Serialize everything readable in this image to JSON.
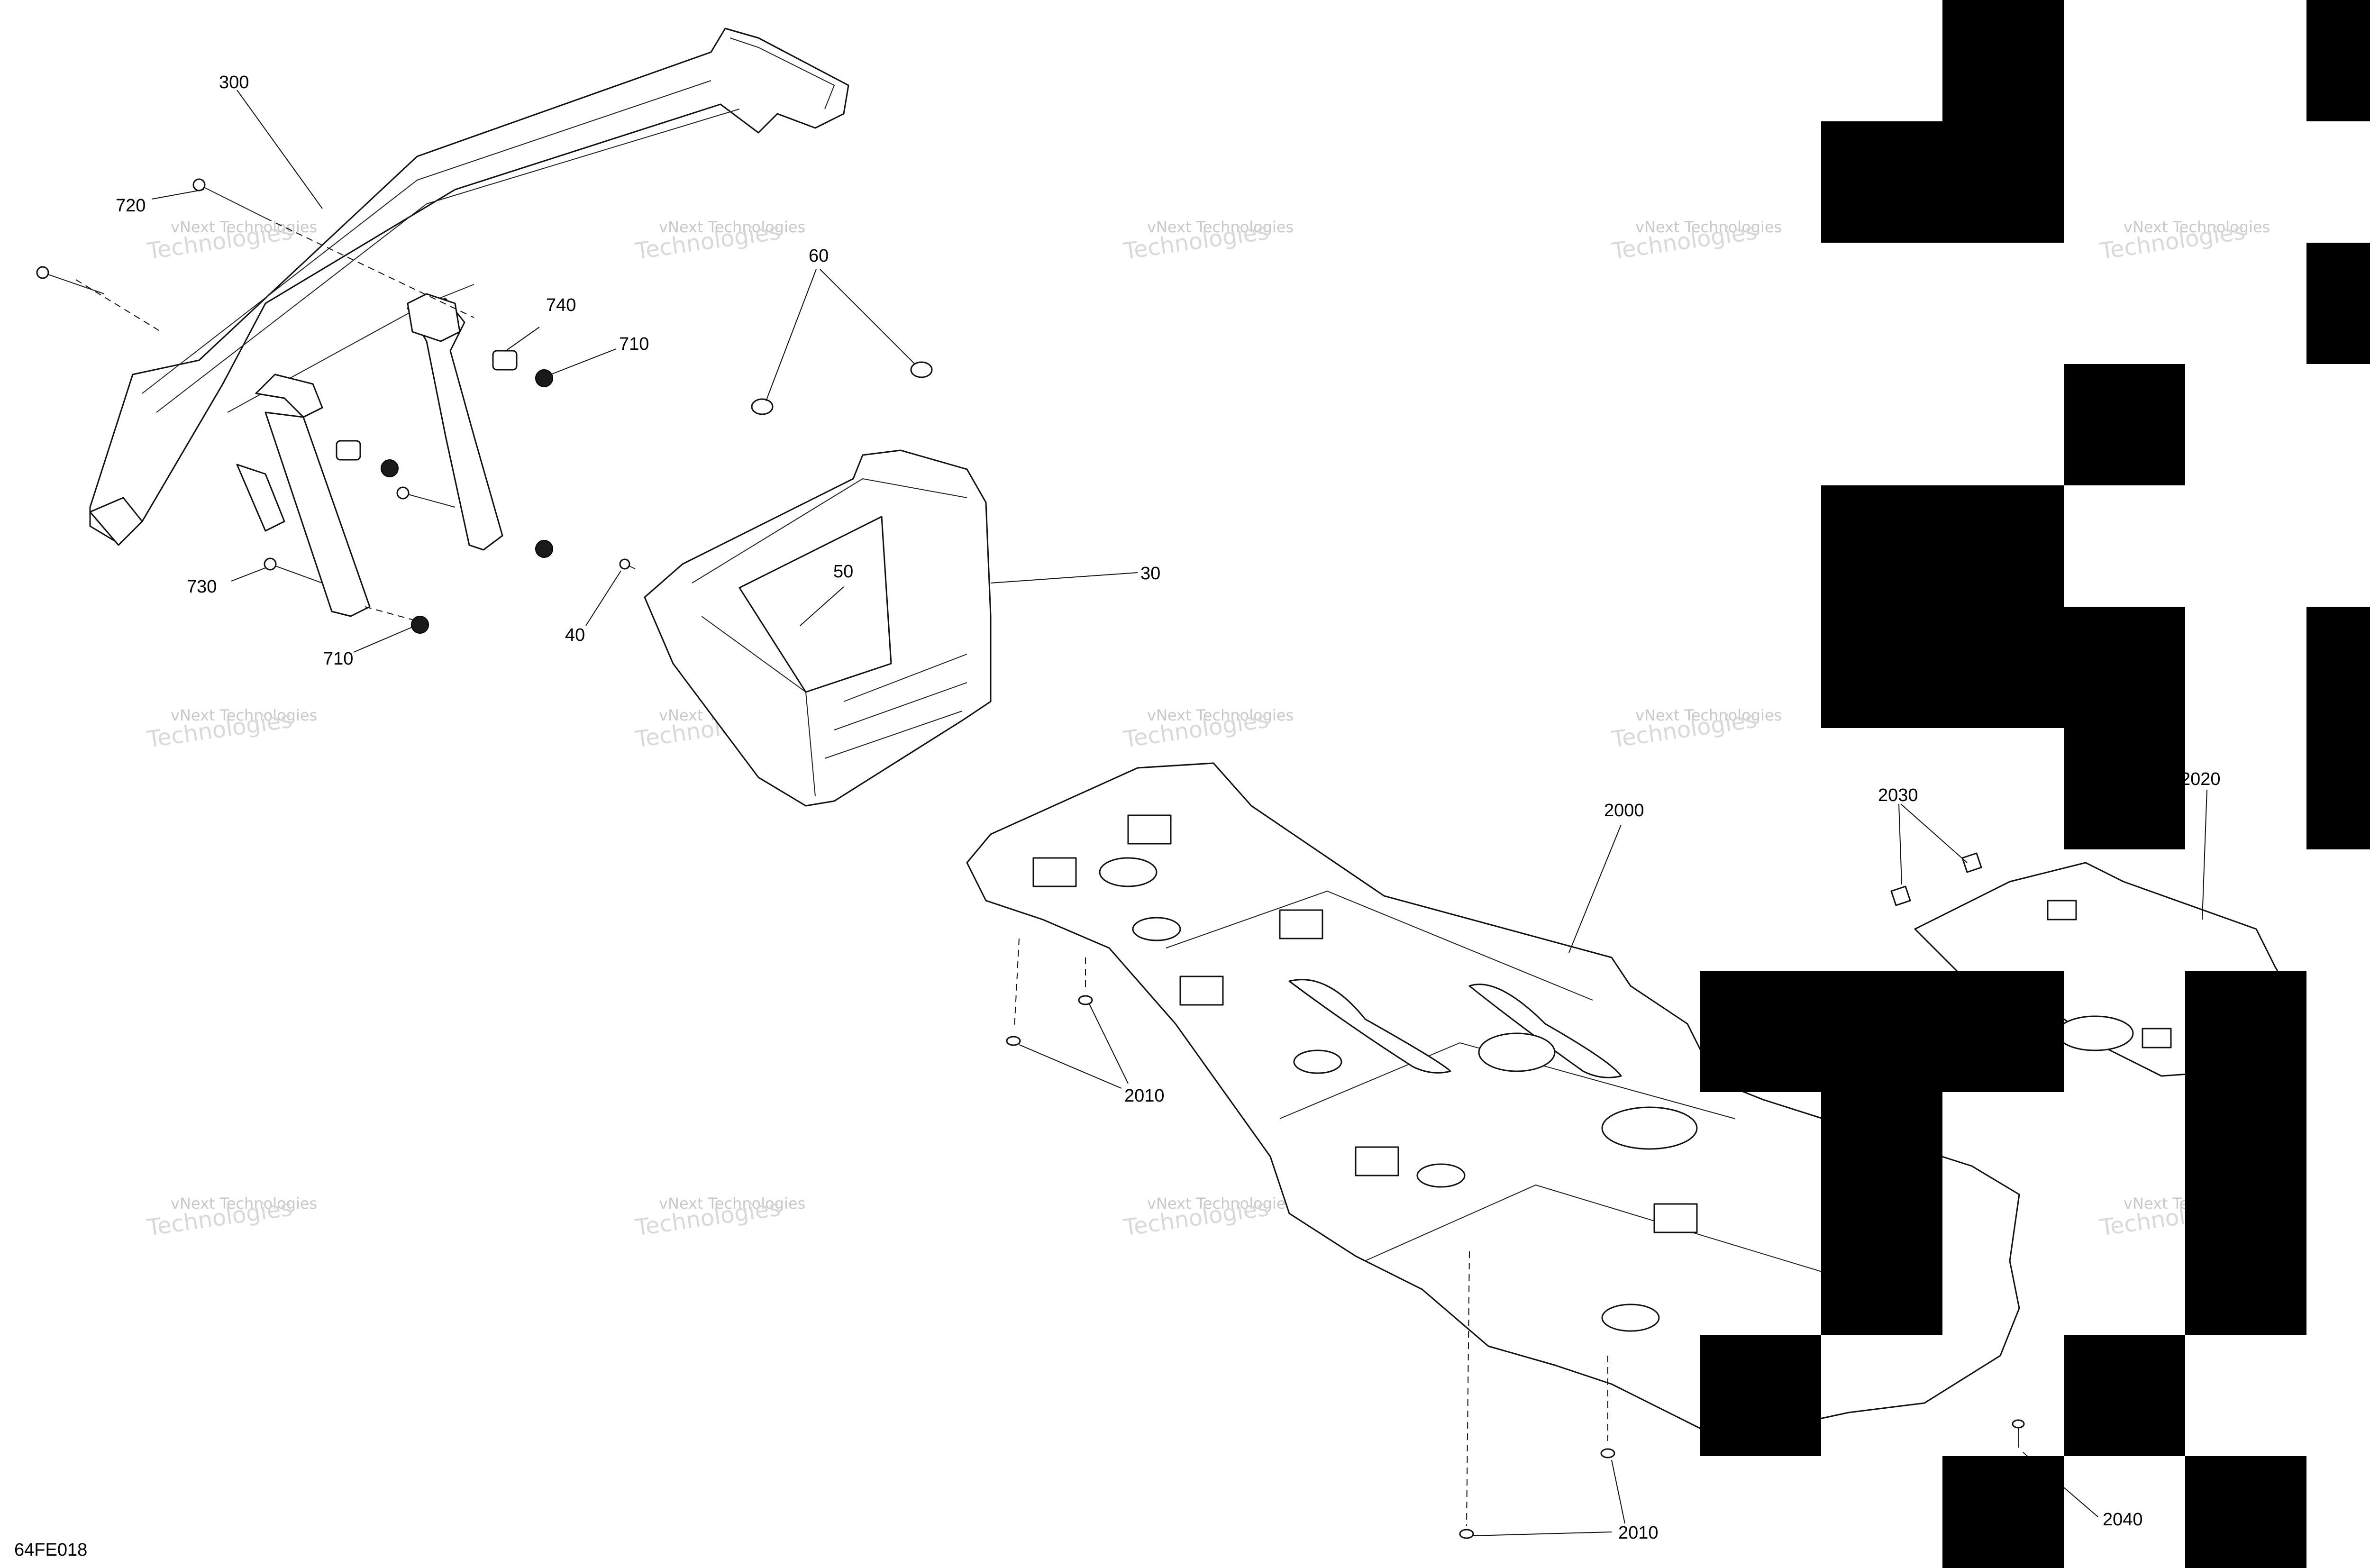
{
  "diagram": {
    "drawing_code": "64FE018",
    "watermark": {
      "line1": "vNext Technologies",
      "line2": "vNext",
      "line3": "Technologies"
    },
    "callouts": {
      "c300": "300",
      "c720": "720",
      "c60": "60",
      "c740": "740",
      "c710a": "710",
      "c730": "730",
      "c710b": "710",
      "c40": "40",
      "c50": "50",
      "c30": "30",
      "c2000": "2000",
      "c2030": "2030",
      "c2020": "2020",
      "c2010a": "2010",
      "c2010b": "2010",
      "c2040": "2040"
    }
  }
}
